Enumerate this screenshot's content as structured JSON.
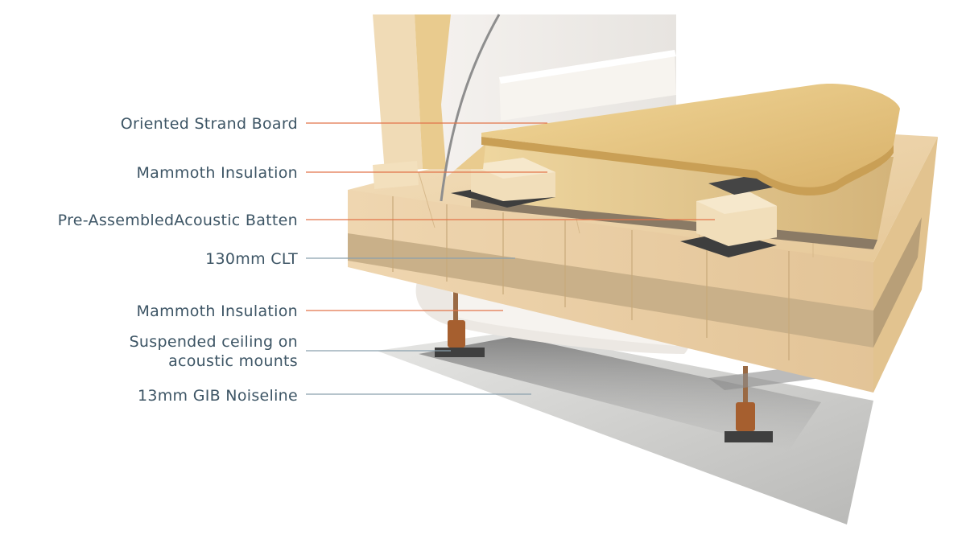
{
  "labels": [
    {
      "text": "Oriented Strand Board",
      "color": "#e2744a"
    },
    {
      "text": "Mammoth Insulation",
      "color": "#e2744a"
    },
    {
      "text": "Pre-AssembledAcoustic Batten",
      "color": "#e2744a"
    },
    {
      "text": "130mm CLT",
      "color": "#8aa0ad"
    },
    {
      "text": "Mammoth Insulation",
      "color": "#e2744a"
    },
    {
      "text": "Suspended ceiling on\nacoustic mounts",
      "color": "#8aa0ad"
    },
    {
      "text": "13mm GIB Noiseline",
      "color": "#8aa0ad"
    }
  ]
}
